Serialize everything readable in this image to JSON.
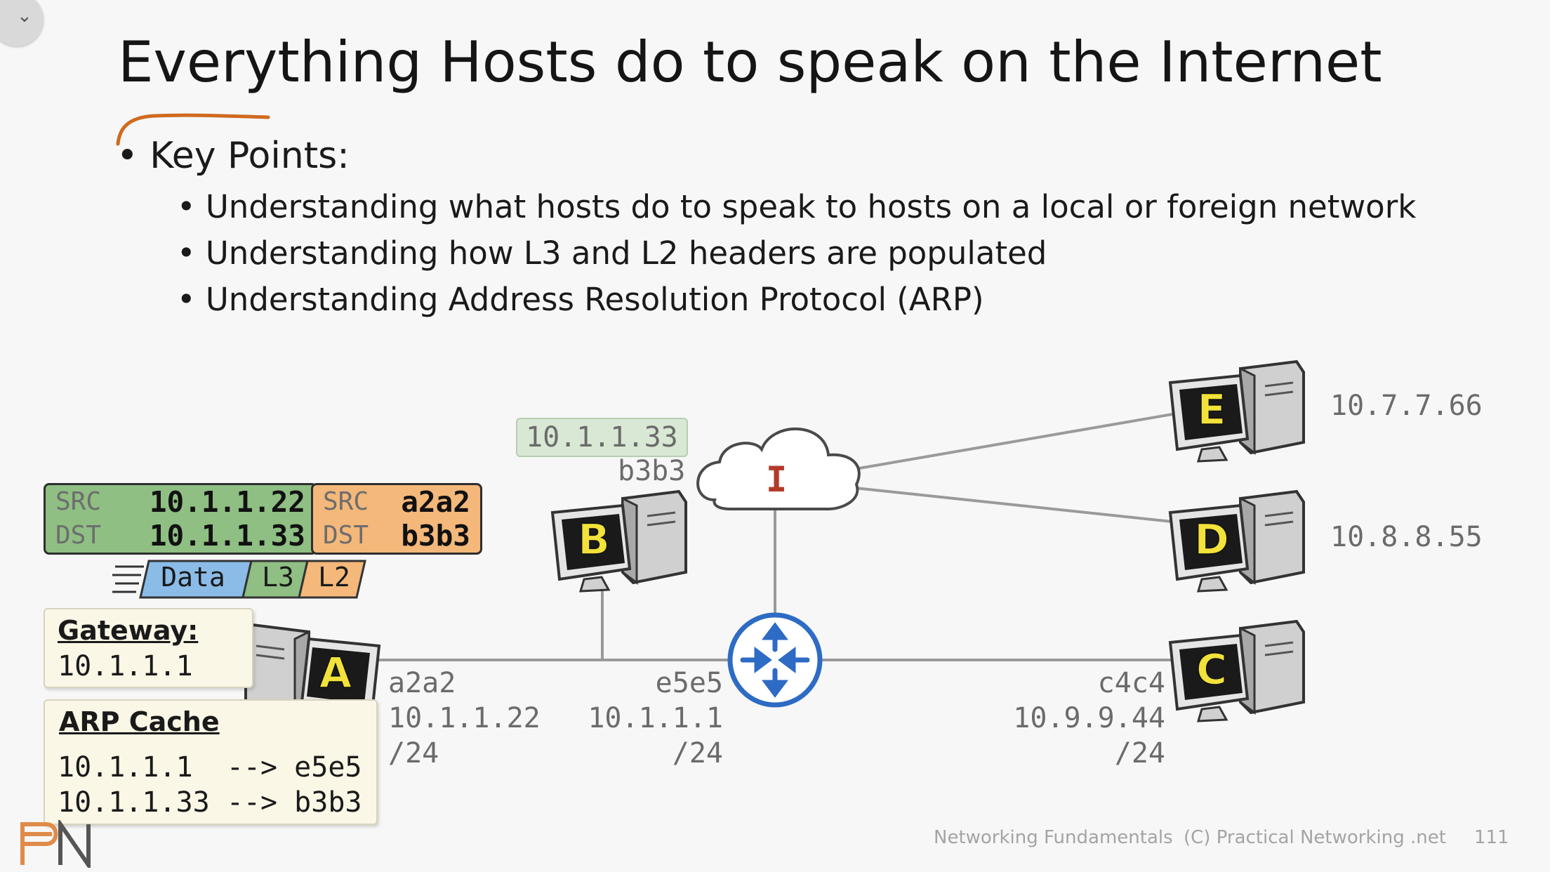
{
  "title": "Everything Hosts do to speak on the Internet",
  "key_points": {
    "heading": "Key Points:",
    "items": [
      "Understanding what hosts do to speak to hosts on a local or foreign network",
      "Understanding how L3 and L2 headers are populated",
      "Understanding Address Resolution Protocol (ARP)"
    ]
  },
  "l3_header": {
    "src_key": "SRC",
    "src": "10.1.1.22",
    "dst_key": "DST",
    "dst": "10.1.1.33"
  },
  "l2_header": {
    "src_key": "SRC",
    "src": "a2a2",
    "dst_key": "DST",
    "dst": "b3b3"
  },
  "packet": {
    "data": "Data",
    "l3": "L3",
    "l2": "L2"
  },
  "gateway_box": {
    "title": "Gateway:",
    "value": "10.1.1.1"
  },
  "arp_cache": {
    "title": "ARP Cache",
    "entries": [
      "10.1.1.1  --> e5e5",
      "10.1.1.33 --> b3b3"
    ]
  },
  "hosts": {
    "A": {
      "label": "A",
      "mac": "a2a2",
      "ip": "10.1.1.22",
      "mask": "/24"
    },
    "B": {
      "label": "B",
      "mac": "b3b3",
      "ip": "10.1.1.33"
    },
    "C": {
      "label": "C",
      "mac": "c4c4",
      "ip": "10.9.9.44",
      "mask": "/24"
    },
    "D": {
      "label": "D",
      "ip": "10.8.8.55"
    },
    "E": {
      "label": "E",
      "ip": "10.7.7.66"
    }
  },
  "router": {
    "mac": "e5e5",
    "ip": "10.1.1.1",
    "mask": "/24"
  },
  "internet": {
    "label": "I"
  },
  "footer": {
    "course": "Networking Fundamentals",
    "copyright": "(C) Practical Networking .net",
    "page": "111"
  },
  "colors": {
    "l3_green": "#8fbf83",
    "l2_orange": "#f4b87a",
    "data_blue": "#8bbce8",
    "router_blue": "#2d6bc4",
    "highlight_b_ip": "#d8e8d4",
    "cloud_label": "#b33a2a",
    "screen_letter": "#f2e23a"
  }
}
